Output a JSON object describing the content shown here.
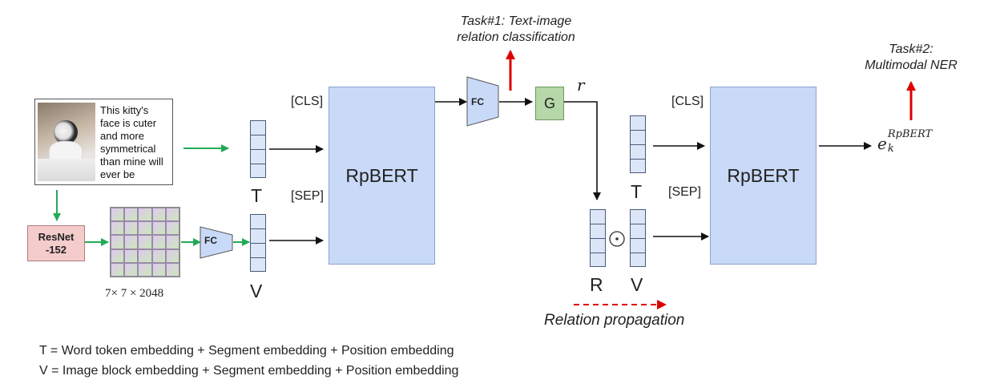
{
  "task1": {
    "line1": "Task#1: Text-image",
    "line2": "relation classification"
  },
  "task2": {
    "line1": "Task#2:",
    "line2": "Multimodal NER"
  },
  "input_caption": [
    "This kitty's",
    "face is cuter",
    "and more",
    "symmetrical",
    "than mine will",
    "ever be"
  ],
  "resnet": {
    "line1": "ResNet",
    "line2": "-152"
  },
  "feature_dims": "7× 7 × 2048",
  "fc_label": "FC",
  "gate_label": "G",
  "r_label": "r",
  "bert_label": "RpBERT",
  "cls_label": "[CLS]",
  "sep_label": "[SEP]",
  "t_label": "T",
  "v_label": "V",
  "r_vec_label": "R",
  "odot": "⊙",
  "output_label": {
    "base": "e",
    "sub": "k",
    "sup": "RpBERT"
  },
  "relation_propagation": "Relation propagation",
  "legend": {
    "t_line": "T = Word token embedding + Segment embedding + Position embedding",
    "v_line": "V = Image block embedding + Segment embedding + Position embedding"
  },
  "colors": {
    "bert_fill": "#c9daf8",
    "fc_fill": "#c9daf8",
    "gate_fill": "#b6d7a8",
    "resnet_fill": "#f4cccc",
    "green_arrow": "#22aa55",
    "red_arrow": "#dd0000"
  }
}
